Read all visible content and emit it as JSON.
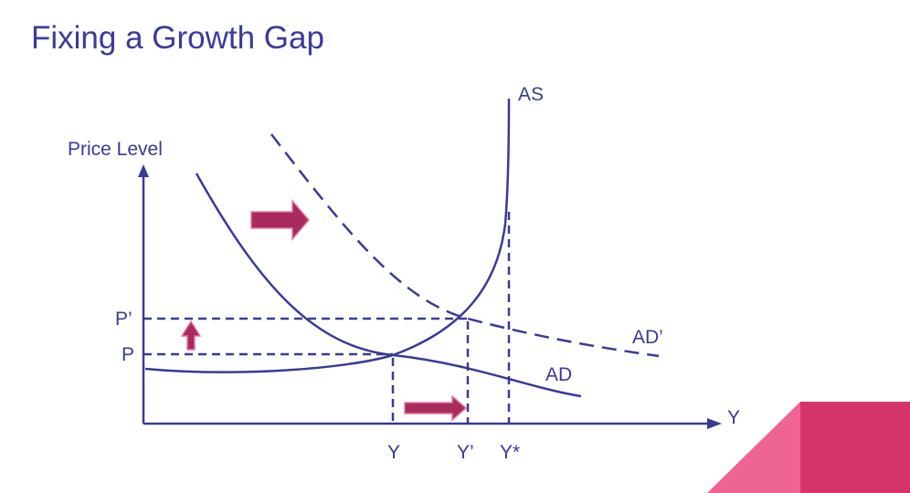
{
  "slide": {
    "title": "Fixing a Growth Gap"
  },
  "colors": {
    "title": "#3b3b9a",
    "curve": "#3a3a96",
    "arrow_fill": "#a92a5c",
    "arrow_edge": "#e27aa5",
    "corner_light": "#ef6591",
    "corner_dark": "#d5346a"
  },
  "diagram": {
    "y_axis_label": "Price Level",
    "x_axis_label": "Y",
    "curves": {
      "as": "AS",
      "ad": "AD",
      "ad_shifted": "AD’"
    },
    "price_labels": {
      "p": "P",
      "p_prime": "P’"
    },
    "output_labels": {
      "y": "Y",
      "y_prime": "Y’",
      "y_star": "Y*"
    },
    "shift_arrows": [
      "ad-shift-right",
      "price-rise-up",
      "output-rise-right"
    ]
  }
}
